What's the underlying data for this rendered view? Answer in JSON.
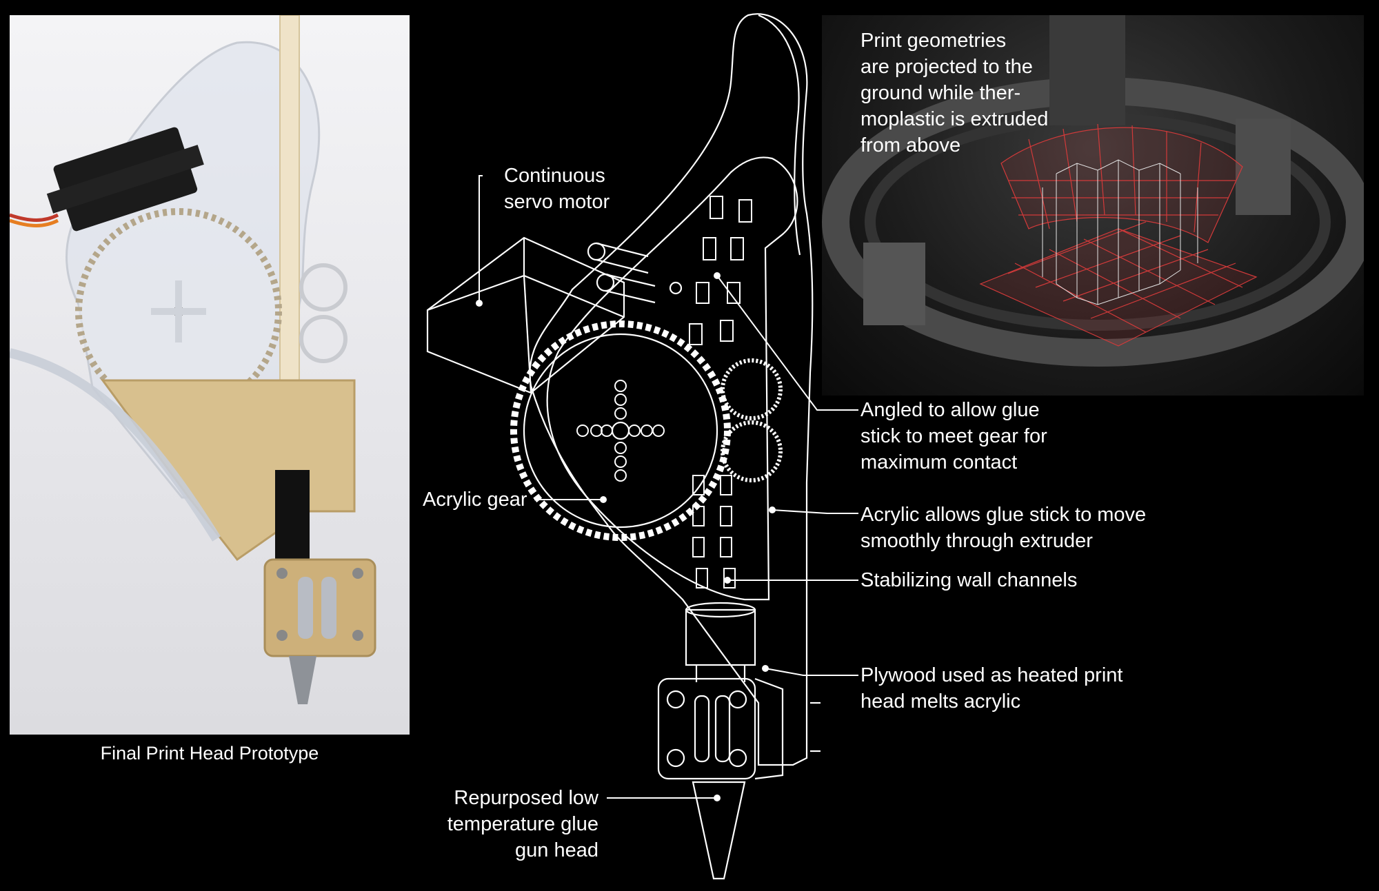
{
  "photo": {
    "caption": "Final Print Head Prototype"
  },
  "labels": {
    "servo": "Continuous\nservo motor",
    "gear": "Acrylic gear",
    "nozzle": "Repurposed low\ntemperature glue\ngun head",
    "projection": "Print geometries\nare projected to the\nground while ther-\nmoplastic is extruded\nfrom above",
    "angled": "Angled to allow glue\nstick to meet gear for\nmaximum contact",
    "acrylic": "Acrylic allows glue stick to move\nsmoothly through extruder",
    "walls": "Stabilizing wall channels",
    "plywood": "Plywood used as heated print\nhead melts acrylic"
  },
  "colors": {
    "background": "#000000",
    "line": "#ffffff",
    "grid": "#d23a3a"
  }
}
